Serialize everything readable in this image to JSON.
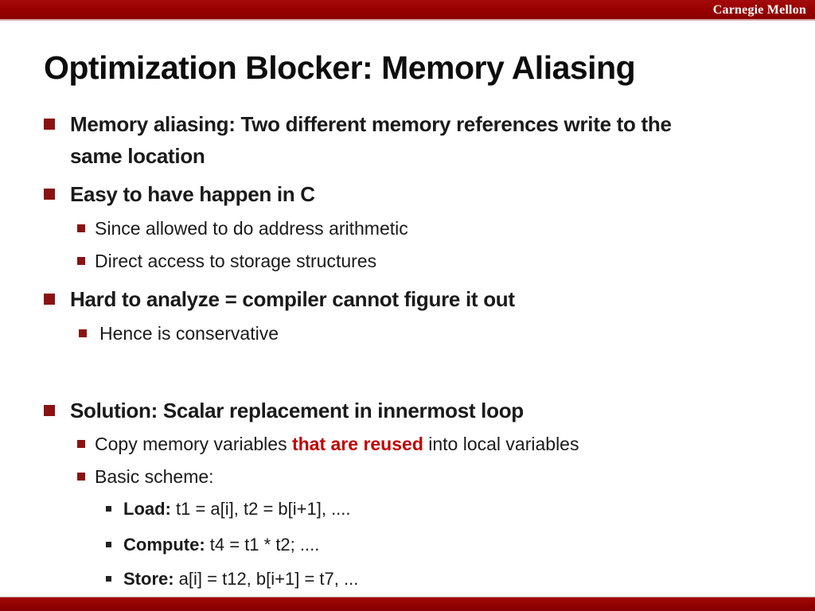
{
  "header": {
    "brand": "Carnegie Mellon"
  },
  "slide": {
    "title": "Optimization Blocker: Memory Aliasing",
    "bullets": [
      {
        "level": 1,
        "text": "Memory aliasing: Two different memory references write to the same location"
      },
      {
        "level": 1,
        "text": "Easy to have happen in C"
      },
      {
        "level": 2,
        "text": "Since allowed to do address arithmetic"
      },
      {
        "level": 2,
        "text": "Direct access to storage structures"
      },
      {
        "level": 1,
        "text": "Hard to analyze = compiler cannot figure it out"
      },
      {
        "level": 2,
        "text": "Hence is conservative"
      },
      {
        "level": 1,
        "text": "Solution: Scalar replacement in innermost loop"
      },
      {
        "level": 2,
        "pre": "Copy memory variables ",
        "highlight": "that are reused",
        "post": " into local variables"
      },
      {
        "level": 2,
        "text": "Basic scheme:"
      },
      {
        "level": 3,
        "label": "Load:",
        "text": " t1 = a[i], t2 = b[i+1], ...."
      },
      {
        "level": 3,
        "label": "Compute:",
        "text": " t4 = t1 * t2; ...."
      },
      {
        "level": 3,
        "label": "Store:",
        "text": " a[i] = t12, b[i+1] = t7, ..."
      }
    ]
  },
  "colors": {
    "bar_red": "#970000",
    "bar_edge_pink": "#d9a7a7",
    "bullet_maroon": "#8b1212",
    "sub_bullet_black": "#222222",
    "highlight_red": "#c00000",
    "text": "#1a1a1a"
  }
}
